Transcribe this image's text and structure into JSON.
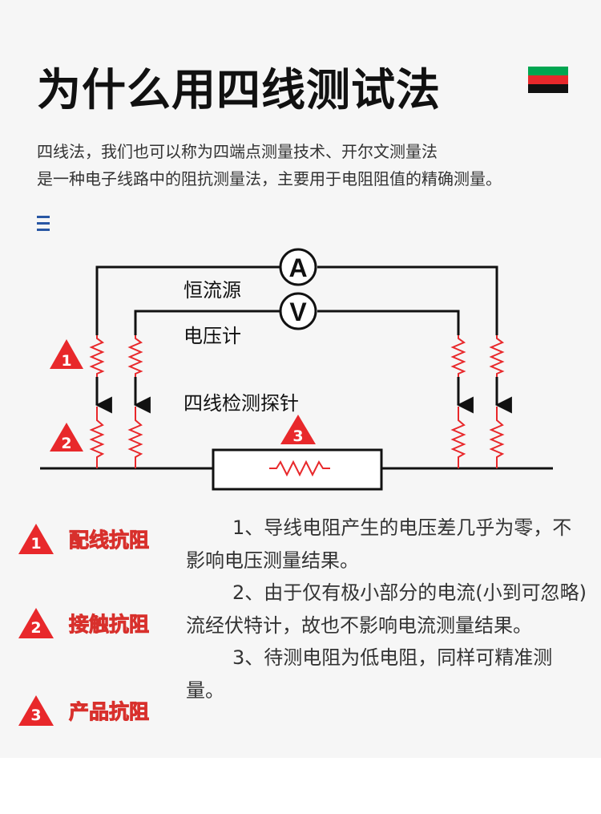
{
  "header": {
    "title": "为什么用四线测试法",
    "flag_colors": [
      "#00a651",
      "#e8282b",
      "#111111"
    ]
  },
  "intro": {
    "line1": "四线法，我们也可以称为四端点测量技术、开尔文测量法",
    "line2": "是一种电子线路中的阻抗测量法，主要用于电阻阻值的精确测量。"
  },
  "diagram": {
    "ammeter_symbol": "A",
    "voltmeter_symbol": "V",
    "label_current_source": "恒流源",
    "label_voltmeter": "电压计",
    "label_probes": "四线检测探针",
    "badge_1": "1",
    "badge_2": "2",
    "badge_3": "3",
    "wire_color": "#111111",
    "resistor_color": "#e8282b",
    "badge_color": "#e8282b"
  },
  "legend": [
    {
      "number": "1",
      "label": "配线抗阻"
    },
    {
      "number": "2",
      "label": "接触抗阻"
    },
    {
      "number": "3",
      "label": "产品抗阻"
    }
  ],
  "notes": [
    {
      "number": "1",
      "text": "、导线电阻产生的电压差几乎为零，不影响电压测量结果。"
    },
    {
      "number": "2",
      "text": "、由于仅有极小部分的电流(小到可忽略)流经伏特计，故也不影响电流测量结果。"
    },
    {
      "number": "3",
      "text": "、待测电阻为低电阻，同样可精准测量。"
    }
  ]
}
